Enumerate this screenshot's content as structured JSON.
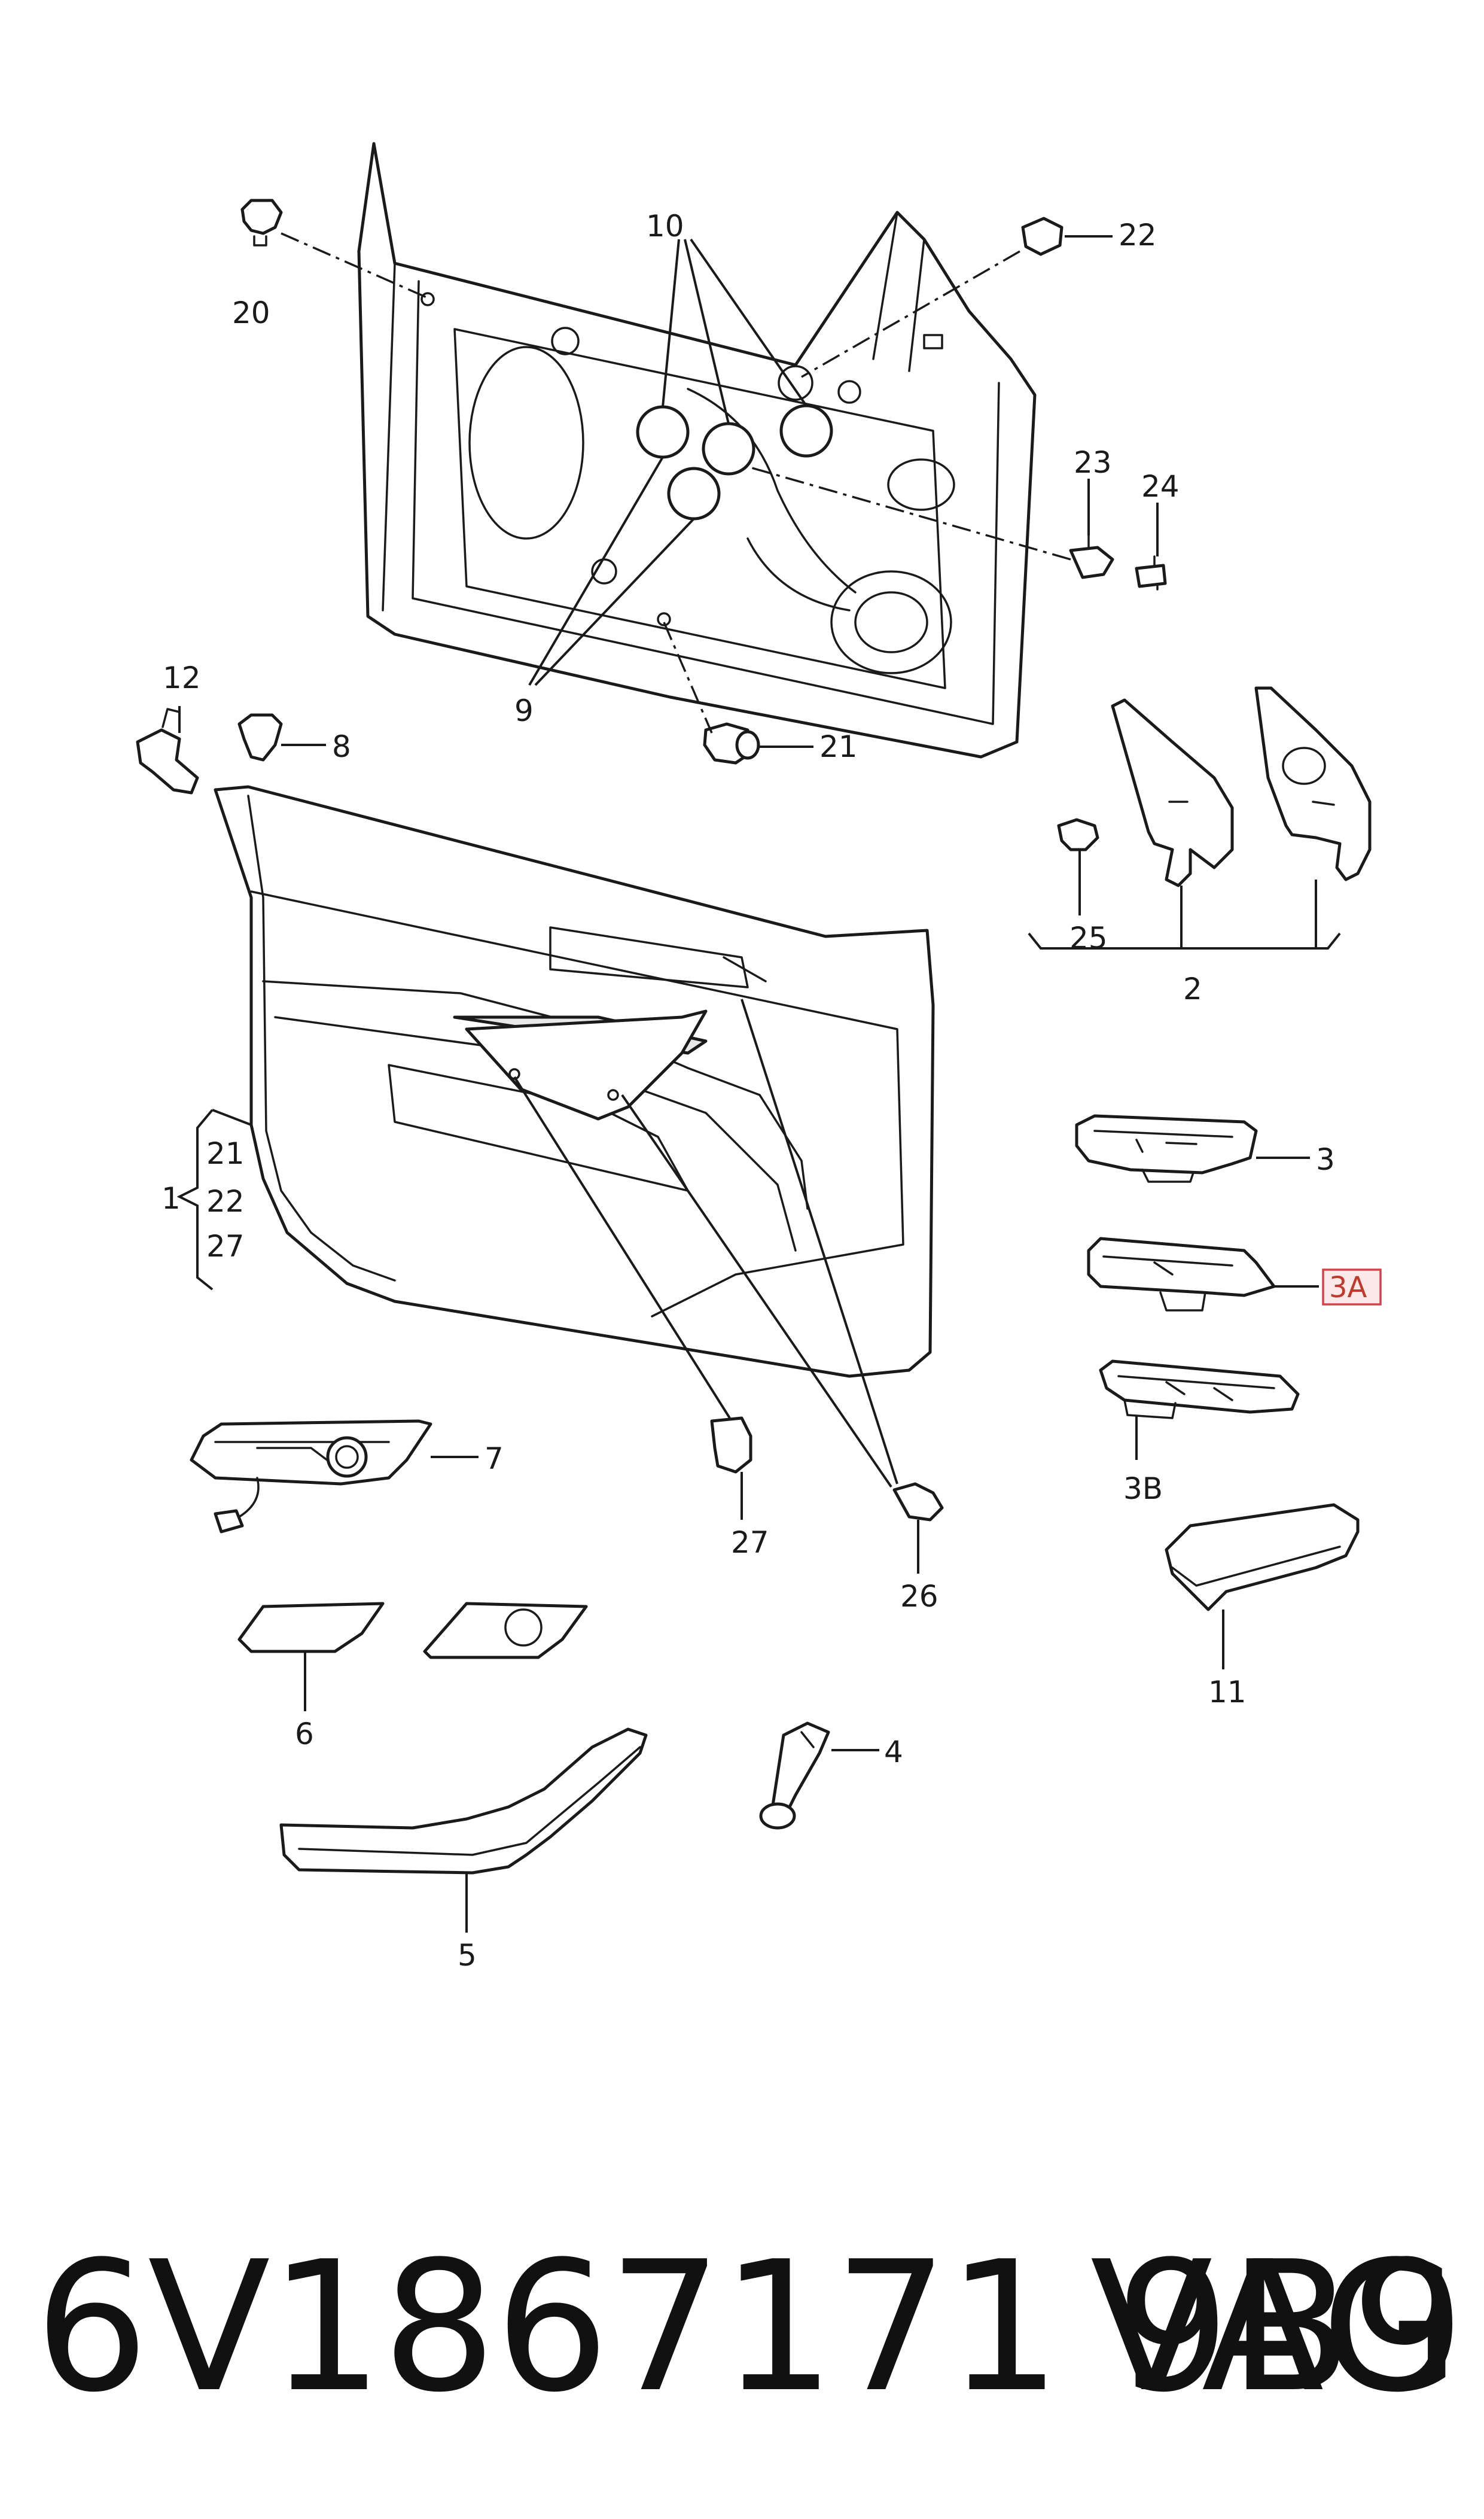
{
  "callouts": {
    "c1": "1",
    "c2": "2",
    "c3": "3",
    "c3a": "3A",
    "c3b": "3B",
    "c4": "4",
    "c5": "5",
    "c6": "6",
    "c7": "7",
    "c8": "8",
    "c9": "9",
    "c10": "10",
    "c11": "11",
    "c12": "12",
    "c20": "20",
    "c21a": "21",
    "c21b": "21",
    "c22a": "22",
    "c22b": "22",
    "c23": "23",
    "c24": "24",
    "c25": "25",
    "c26": "26",
    "c27a": "27",
    "c27b": "27"
  },
  "footer": {
    "part_number": "6V1867171 9B9",
    "brand": "VAG"
  },
  "colors": {
    "highlight_border": "#d0454c",
    "highlight_fill": "#fbe8e8",
    "line": "#1a1a1a"
  }
}
